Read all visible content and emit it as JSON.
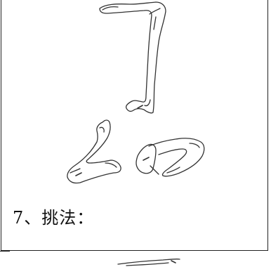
{
  "section": {
    "caption": "7、挑法："
  },
  "illustrations": [
    {
      "name": "hook-stroke",
      "icon": "calligraphy-hook-stroke"
    },
    {
      "name": "turning-strokes",
      "icon": "calligraphy-turning-strokes"
    },
    {
      "name": "rising-stroke",
      "icon": "calligraphy-rising-stroke"
    }
  ]
}
